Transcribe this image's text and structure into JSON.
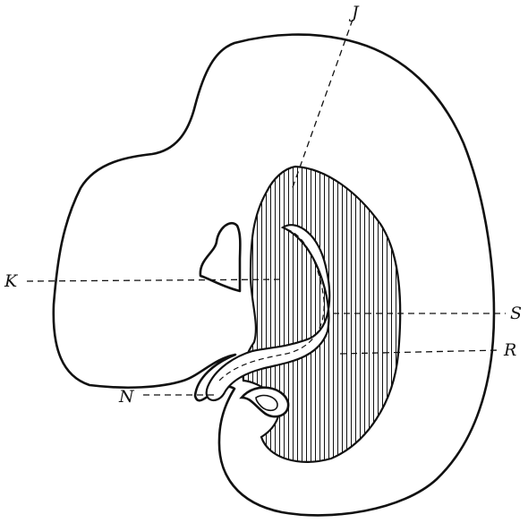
{
  "labels": {
    "J": "J",
    "K": "K",
    "S": "S",
    "R": "R",
    "N": "N"
  },
  "colors": {
    "ink": "#111111",
    "background": "#ffffff"
  }
}
